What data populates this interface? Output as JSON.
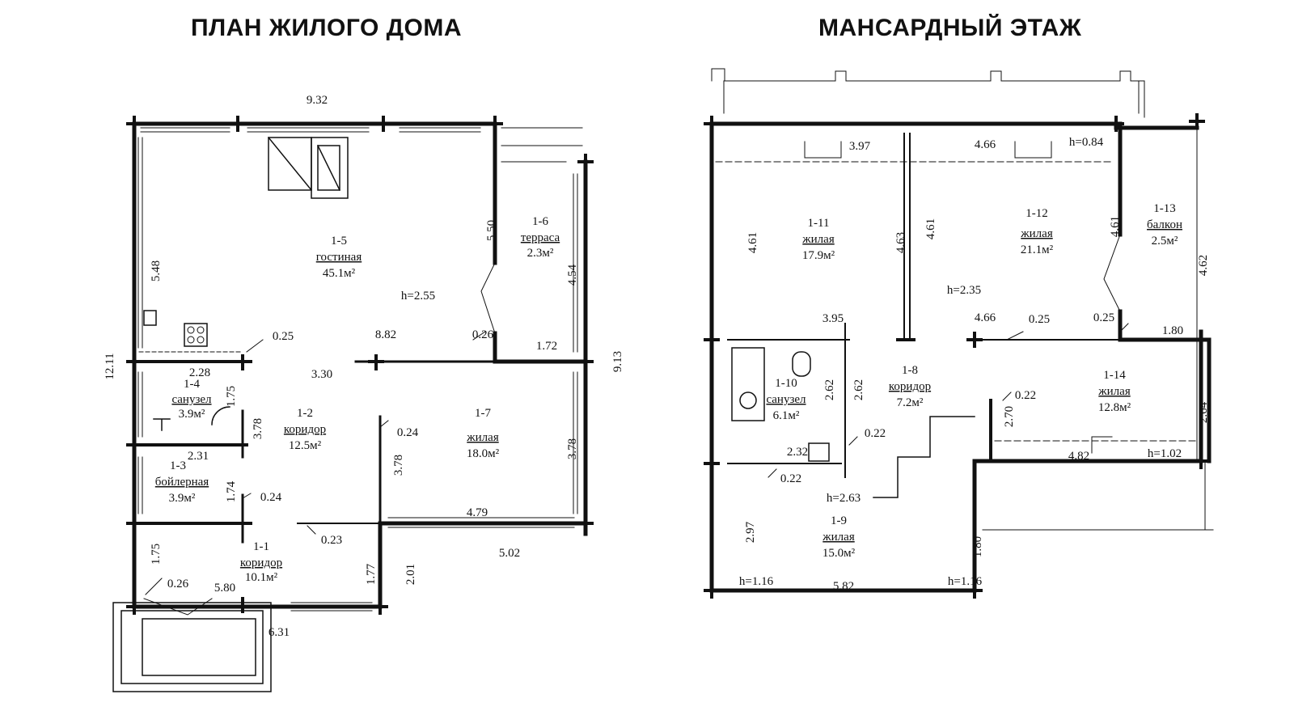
{
  "titles": {
    "ground": "ПЛАН ЖИЛОГО ДОМА",
    "attic": "МАНСАРДНЫЙ ЭТАЖ"
  },
  "ground_floor": {
    "rooms": [
      {
        "id": "1-5",
        "name": "гостиная",
        "area": "45.1м²"
      },
      {
        "id": "1-6",
        "name": "терраса",
        "area": "2.3м²"
      },
      {
        "id": "1-4",
        "name": "санузел",
        "area": "3.9м²"
      },
      {
        "id": "1-2",
        "name": "коридор",
        "area": "12.5м²"
      },
      {
        "id": "1-7",
        "name": "жилая",
        "area": "18.0м²"
      },
      {
        "id": "1-3",
        "name": "бойлерная",
        "area": "3.9м²"
      },
      {
        "id": "1-1",
        "name": "коридор",
        "area": "10.1м²"
      }
    ],
    "height": "h=2.55",
    "dims": [
      "9.32",
      "5.48",
      "12.11",
      "5.50",
      "4.54",
      "9.13",
      "0.25",
      "8.82",
      "0.26",
      "1.72",
      "2.28",
      "3.30",
      "1.75",
      "3.78",
      "0.24",
      "3.78",
      "3.78",
      "2.31",
      "1.74",
      "0.24",
      "4.79",
      "0.23",
      "5.02",
      "1.75",
      "1.77",
      "2.01",
      "0.26",
      "5.80",
      "6.31"
    ]
  },
  "attic_floor": {
    "rooms": [
      {
        "id": "1-11",
        "name": "жилая",
        "area": "17.9м²"
      },
      {
        "id": "1-12",
        "name": "жилая",
        "area": "21.1м²"
      },
      {
        "id": "1-13",
        "name": "балкон",
        "area": "2.5м²"
      },
      {
        "id": "1-10",
        "name": "санузел",
        "area": "6.1м²"
      },
      {
        "id": "1-8",
        "name": "коридор",
        "area": "7.2м²"
      },
      {
        "id": "1-14",
        "name": "жилая",
        "area": "12.8м²"
      },
      {
        "id": "1-9",
        "name": "жилая",
        "area": "15.0м²"
      }
    ],
    "heights": [
      "h=2.35",
      "h=2.63",
      "h=0.84",
      "h=1.02",
      "h=1.16",
      "h=1.16"
    ],
    "dims": [
      "3.97",
      "4.66",
      "4.61",
      "4.63",
      "4.61",
      "4.61",
      "4.62",
      "3.95",
      "4.66",
      "0.25",
      "0.25",
      "1.80",
      "2.62",
      "2.62",
      "0.22",
      "2.70",
      "2.64",
      "0.22",
      "2.32",
      "4.82",
      "0.22",
      "2.97",
      "1.80",
      "5.82"
    ]
  }
}
